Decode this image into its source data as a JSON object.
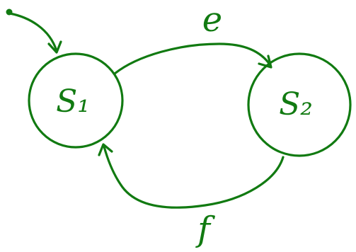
{
  "colors": {
    "ink": "#117a11",
    "background": "#ffffff"
  },
  "states": [
    {
      "id": "s1",
      "label": "S₁",
      "initial": true
    },
    {
      "id": "s2",
      "label": "S₂",
      "initial": false
    }
  ],
  "transitions": [
    {
      "from": "s1",
      "to": "s2",
      "label": "e"
    },
    {
      "from": "s2",
      "to": "s1",
      "label": "f"
    }
  ],
  "initial_marker": {
    "target": "s1",
    "icon": "start-dot-icon"
  }
}
